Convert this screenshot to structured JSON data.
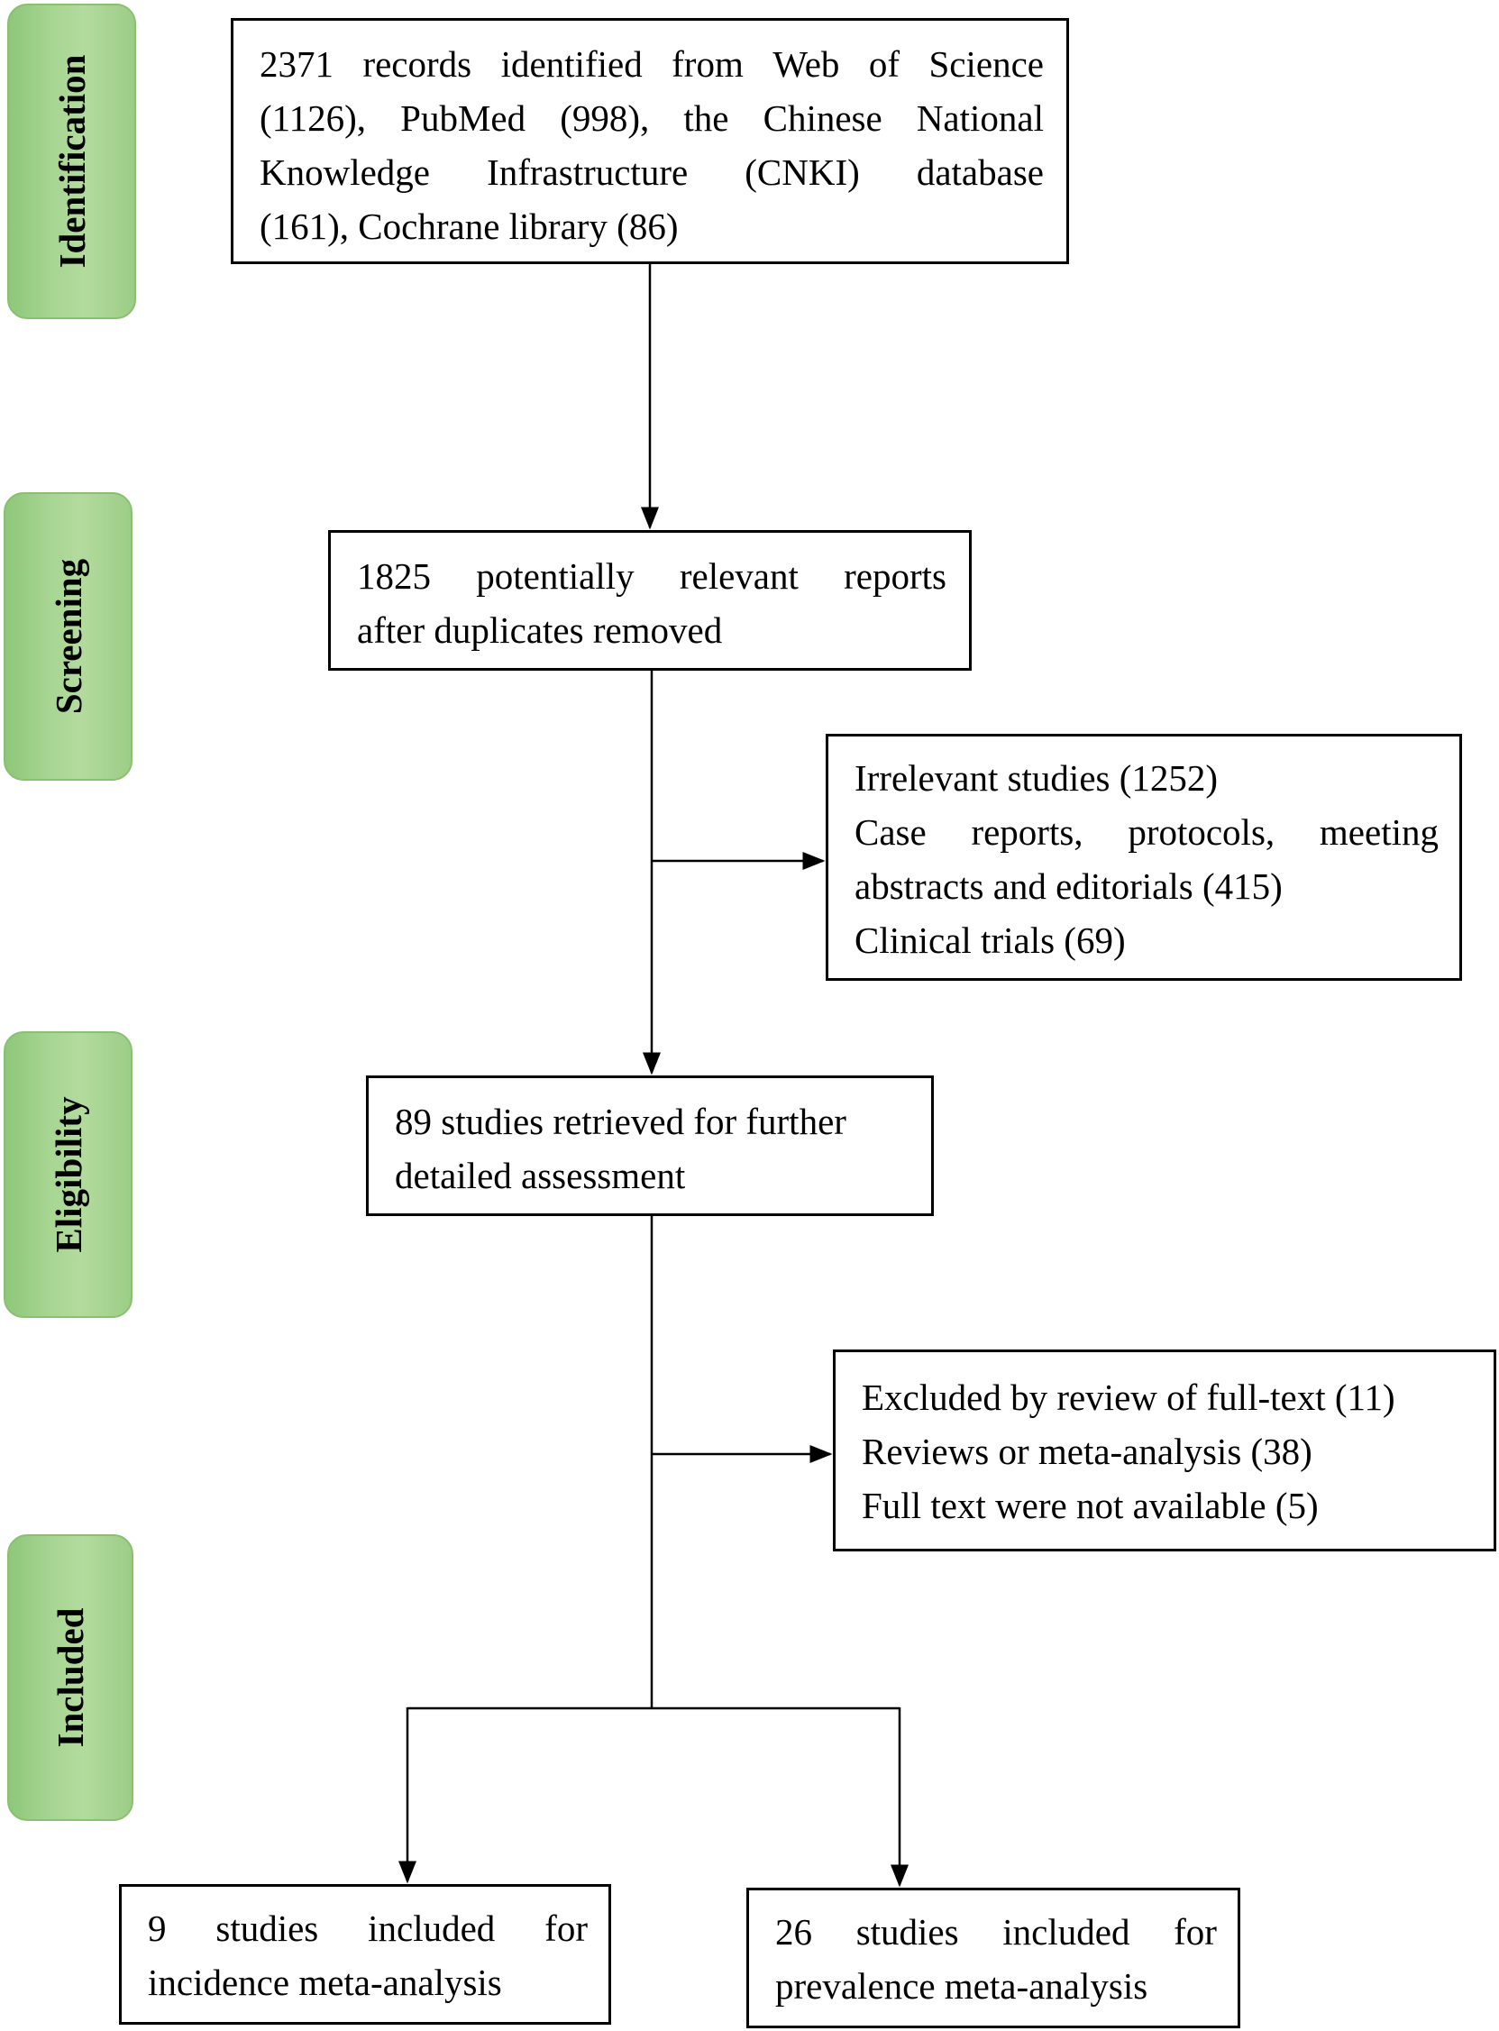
{
  "stages": [
    {
      "id": "identification",
      "label": "Identification"
    },
    {
      "id": "screening",
      "label": "Screening"
    },
    {
      "id": "eligibility",
      "label": "Eligibility"
    },
    {
      "id": "included",
      "label": "Included"
    }
  ],
  "boxes": {
    "records_identified": {
      "lines": [
        [
          "2371",
          "records",
          "identified",
          "from",
          "Web",
          "of",
          "Science"
        ],
        [
          "(1126),",
          "PubMed",
          "(998),",
          "the",
          "Chinese",
          "National"
        ],
        [
          "Knowledge",
          "Infrastructure",
          "(CNKI)",
          "database"
        ],
        [
          "(161), Cochrane library (86)"
        ]
      ]
    },
    "after_duplicates": {
      "lines": [
        [
          "1825",
          "potentially",
          "relevant",
          "reports"
        ],
        [
          "after duplicates removed"
        ]
      ]
    },
    "screening_exclusions": {
      "lines": [
        [
          "Irrelevant studies (1252)"
        ],
        [
          "Case",
          "reports,",
          "protocols,",
          "meeting"
        ],
        [
          "abstracts and editorials (415)"
        ],
        [
          "Clinical trials (69)"
        ]
      ]
    },
    "full_text_assessed": {
      "lines": [
        [
          "89 studies retrieved for further"
        ],
        [
          "detailed assessment"
        ]
      ]
    },
    "eligibility_exclusions": {
      "lines": [
        [
          "Excluded by review of full-text (11)"
        ],
        [
          "Reviews or meta-analysis (38)"
        ],
        [
          "Full text were not available (5)"
        ]
      ]
    },
    "incidence_included": {
      "lines": [
        [
          "9",
          "studies",
          "included",
          "for"
        ],
        [
          "incidence meta-analysis"
        ]
      ]
    },
    "prevalence_included": {
      "lines": [
        [
          "26",
          "studies",
          "included",
          "for"
        ],
        [
          "prevalence meta-analysis"
        ]
      ]
    }
  },
  "colors": {
    "stage_fill": "#a7d592",
    "stage_border": "#8bbf72",
    "line": "#000000"
  }
}
